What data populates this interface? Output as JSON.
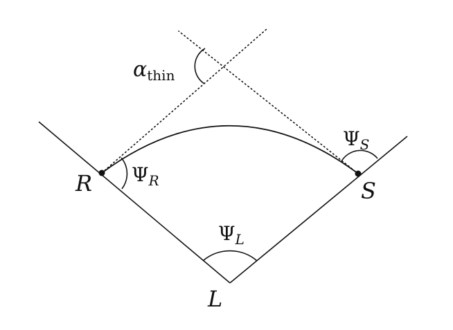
{
  "points": {
    "R": "R",
    "S": "S",
    "L": "L"
  },
  "angles": {
    "alpha_thin": {
      "symbol": "α",
      "subscript": "thin"
    },
    "psi_R": {
      "symbol": "Ψ",
      "subscript": "R"
    },
    "psi_S": {
      "symbol": "Ψ",
      "subscript": "S"
    },
    "psi_L": {
      "symbol": "Ψ",
      "subscript": "L"
    }
  },
  "colors": {
    "ink": "#111111",
    "background": "#ffffff"
  }
}
